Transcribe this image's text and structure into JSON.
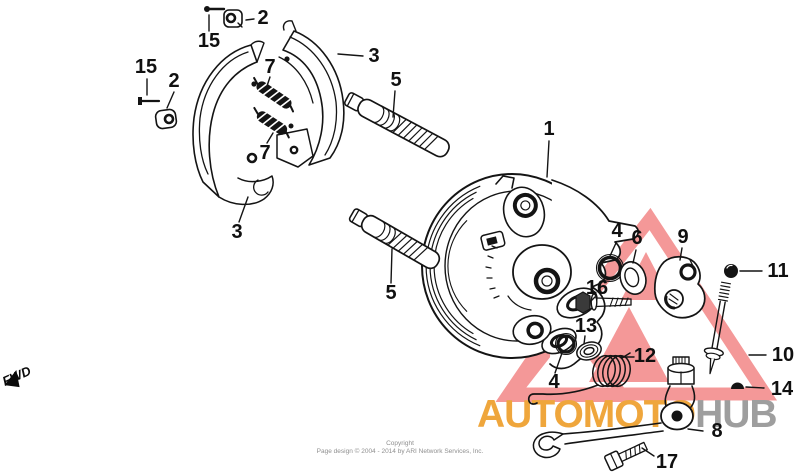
{
  "callouts": [
    {
      "label": "1"
    },
    {
      "label": "2"
    },
    {
      "label": "15"
    },
    {
      "label": "15"
    },
    {
      "label": "2"
    },
    {
      "label": "7"
    },
    {
      "label": "7"
    },
    {
      "label": "3"
    },
    {
      "label": "3"
    },
    {
      "label": "5"
    },
    {
      "label": "5"
    },
    {
      "label": "4"
    },
    {
      "label": "6"
    },
    {
      "label": "9"
    },
    {
      "label": "16"
    },
    {
      "label": "13"
    },
    {
      "label": "12"
    },
    {
      "label": "4"
    },
    {
      "label": "11"
    },
    {
      "label": "10"
    },
    {
      "label": "14"
    },
    {
      "label": "8"
    },
    {
      "label": "17"
    }
  ],
  "orientation": {
    "fwd_label": "FWD"
  },
  "watermark": {
    "brand_primary": "AUTOMOTO",
    "brand_secondary": "HUB",
    "triangle_color": "#f49898",
    "primary_text_color": "#efa63c",
    "secondary_text_color": "#9e9e9e"
  },
  "footer": {
    "line1": "Copyright",
    "line2": "Page design © 2004 - 2014 by ARI Network Services, Inc."
  }
}
